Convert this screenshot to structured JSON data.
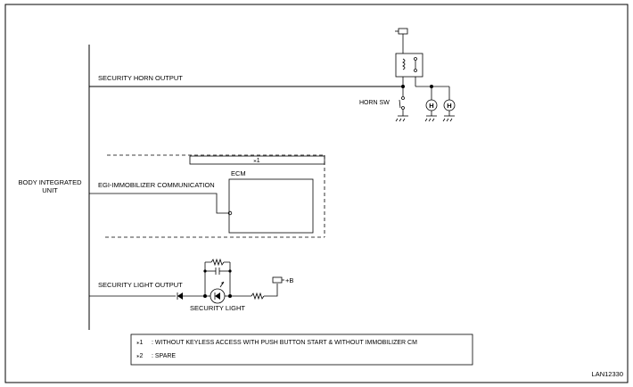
{
  "diagram": {
    "unit_label_line1": "BODY INTEGRATED",
    "unit_label_line2": "UNIT",
    "horn_output_label": "SECURITY HORN OUTPUT",
    "horn_switch_label": "HORN SW",
    "horn_symbol": "H",
    "immobilizer_label": "EGI-IMMOBILIZER COMMUNICATION",
    "ecm_label": "ECM",
    "option_marker": "⁎1",
    "light_output_label": "SECURITY LIGHT OUTPUT",
    "security_light_label": "SECURITY LIGHT",
    "battery_label": "+B",
    "notes": [
      {
        "marker": "⁎1",
        "text": ": WITHOUT KEYLESS ACCESS WITH PUSH BUTTON START & WITHOUT IMMOBILIZER CM"
      },
      {
        "marker": "⁎2",
        "text": ": SPARE"
      }
    ],
    "figure_id": "LAN12330"
  }
}
